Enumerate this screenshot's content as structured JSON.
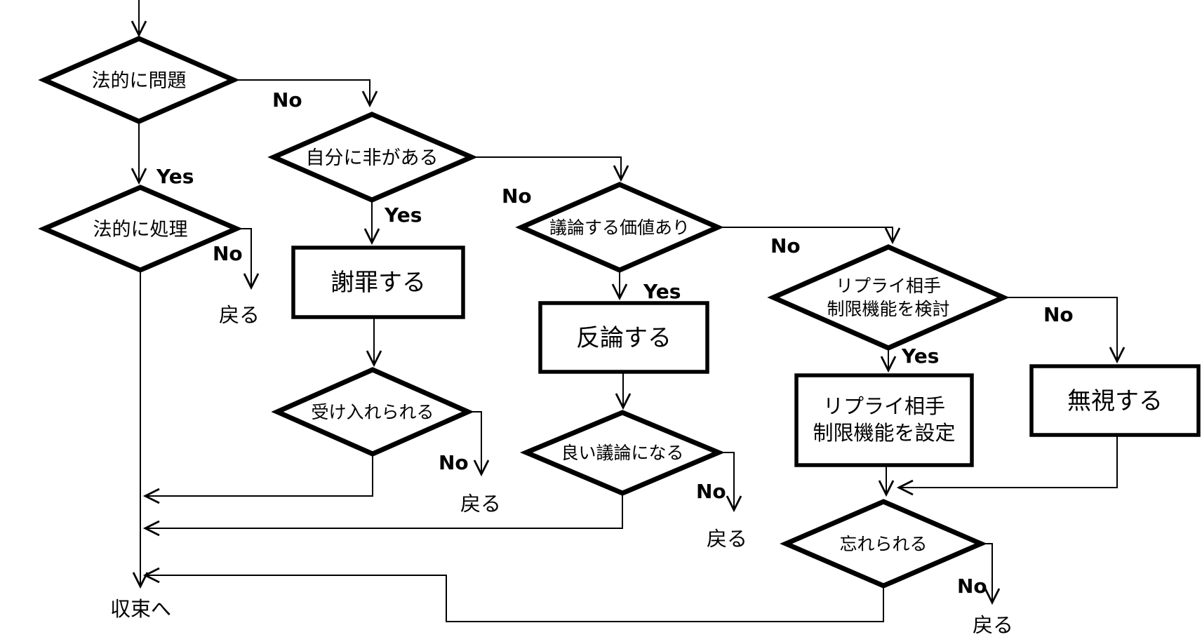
{
  "colors": {
    "ink": "#000000",
    "background": "#ffffff"
  },
  "diagram": {
    "nodes": {
      "legal_problem": {
        "type": "decision",
        "label": "法的に問題"
      },
      "legal_action": {
        "type": "decision",
        "label": "法的に処理"
      },
      "own_fault": {
        "type": "decision",
        "label": "自分に非がある"
      },
      "apologize": {
        "type": "process",
        "label": "謝罪する"
      },
      "accepted": {
        "type": "decision",
        "label": "受け入れられる"
      },
      "worth_discussing": {
        "type": "decision",
        "label": "議論する価値あり"
      },
      "argue_back": {
        "type": "process",
        "label": "反論する"
      },
      "good_discussion": {
        "type": "decision",
        "label": "良い議論になる"
      },
      "consider_reply_limit": {
        "type": "decision",
        "label_line1": "リプライ相手",
        "label_line2": "制限機能を検討"
      },
      "set_reply_limit": {
        "type": "process",
        "label_line1": "リプライ相手",
        "label_line2": "制限機能を設定"
      },
      "ignore": {
        "type": "process",
        "label": "無視する"
      },
      "forgotten": {
        "type": "decision",
        "label": "忘れられる"
      }
    },
    "labels": {
      "yes": "Yes",
      "no": "No",
      "back": "戻る",
      "converge": "収束へ"
    }
  }
}
